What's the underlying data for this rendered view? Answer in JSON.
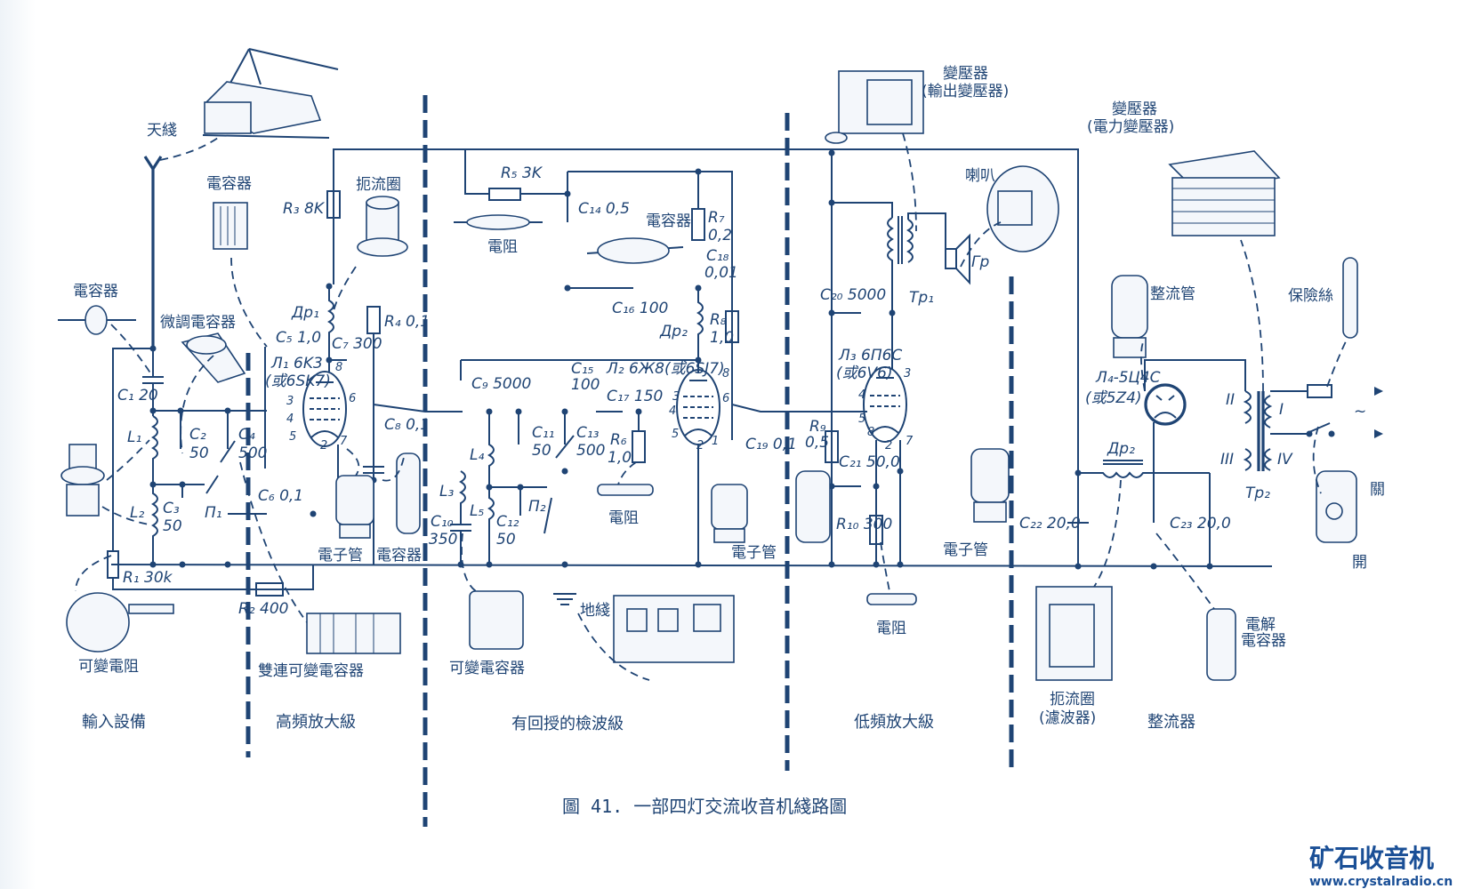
{
  "caption": "圖 41.  一部四灯交流收音机綫路圖",
  "logo": {
    "title": "矿石收音机",
    "url": "www.crystalradio.cn"
  },
  "colors": {
    "ink": "#1f4474",
    "logo": "#1a4f96",
    "background": "#ffffff"
  },
  "sections": {
    "input": "輸入設備",
    "hf_amp": "高頻放大級",
    "detector": "有回授的檢波級",
    "lf_amp": "低頻放大級",
    "rectifier": "整流器"
  },
  "input": {
    "antenna": "天綫",
    "capacitor_top": "電容器",
    "capacitor_left": "電容器",
    "trimmer": "微調電容器",
    "c1": "C₁ 20",
    "l1": "L₁",
    "c2": "C₂",
    "c2v": "50",
    "c4": "C₄",
    "c4v": "500",
    "l2": "L₂",
    "c3": "C₃",
    "c3v": "50",
    "p1": "П₁",
    "c6": "C₆ 0,1",
    "r1": "R₁ 30k",
    "variable_resistor": "可變電阻"
  },
  "hf": {
    "r3": "R₃ 8K",
    "choke": "扼流圈",
    "dr1": "Дp₁",
    "r4": "R₄ 0,1",
    "c5": "C₅ 1,0",
    "c7": "C₇ 300",
    "tube": "Л₁ 6K3",
    "tube_alt": "(或6SK7)",
    "c8": "C₈ 0,1",
    "tube_pic": "電子管",
    "cap_pic": "電容器",
    "r2": "R₂ 400",
    "twin_cap": "雙連可變電容器",
    "pins": [
      "3",
      "4",
      "5",
      "6",
      "7",
      "2",
      "8"
    ]
  },
  "detector": {
    "r5": "R₅ 3K",
    "resistor_pic": "電阻",
    "c14": "C₁₄ 0,5",
    "cap_pic": "電容器",
    "r7": "R₇",
    "r7v": "0,2",
    "c18": "C₁₈",
    "c18v": "0,01",
    "c16": "C₁₆ 100",
    "dr2": "Дp₂",
    "r8": "R₈",
    "r8v": "1,0",
    "c9": "C₉ 5000",
    "c15": "C₁₅",
    "c15v": "100",
    "tube": "Л₂ 6Ж8(或6SJ7)",
    "c17": "C₁₇ 150",
    "r6": "R₆",
    "r6v": "1,0",
    "c11": "C₁₁",
    "c11v": "50",
    "c13": "C₁₃",
    "c13v": "500",
    "l3": "L₃",
    "l4": "L₄",
    "l5": "L₅",
    "c10": "C₁₀",
    "c10v": "350",
    "c12": "C₁₂",
    "c12v": "50",
    "p2": "П₂",
    "resistor_pic2": "電阻",
    "c19": "C₁₉ 0,1",
    "tube_pic": "電子管",
    "ground": "地綫",
    "var_cap": "可變電容器",
    "pins": [
      "8",
      "3",
      "4",
      "6",
      "5",
      "2",
      "1"
    ]
  },
  "lf": {
    "transformer": "變壓器",
    "transformer_sub": "(輸出變壓器)",
    "speaker": "喇叭",
    "gp": "Гp",
    "c20": "C₂₀ 5000",
    "tp1": "Tp₁",
    "tube": "Л₃ 6П6С",
    "tube_alt": "(或6V6)",
    "r9": "R₉",
    "r9v": "0,5",
    "c21": "C₂₁ 50,0",
    "r10": "R₁₀ 300",
    "resistor_pic": "電阻",
    "tube_pic": "電子管",
    "pins": [
      "3",
      "4",
      "5",
      "8",
      "2",
      "7"
    ]
  },
  "rectifier": {
    "transformer": "變壓器",
    "transformer_sub": "(電力變壓器)",
    "rect_tube_pic": "整流管",
    "fuse": "保險絲",
    "tube": "Л₄-5Ц4С",
    "tube_alt": "(或5Z4)",
    "dr2": "Дp₂",
    "c22": "C₂₂ 20,0",
    "c23": "C₂₃ 20,0",
    "tp2": "Tp₂",
    "w2": "II",
    "w1": "I",
    "w3": "III",
    "w4": "IV",
    "ac": "~",
    "off": "關",
    "on": "開",
    "choke": "扼流圈",
    "choke_sub": "(濾波器)",
    "electrolytic": "電解",
    "electrolytic2": "電容器"
  }
}
